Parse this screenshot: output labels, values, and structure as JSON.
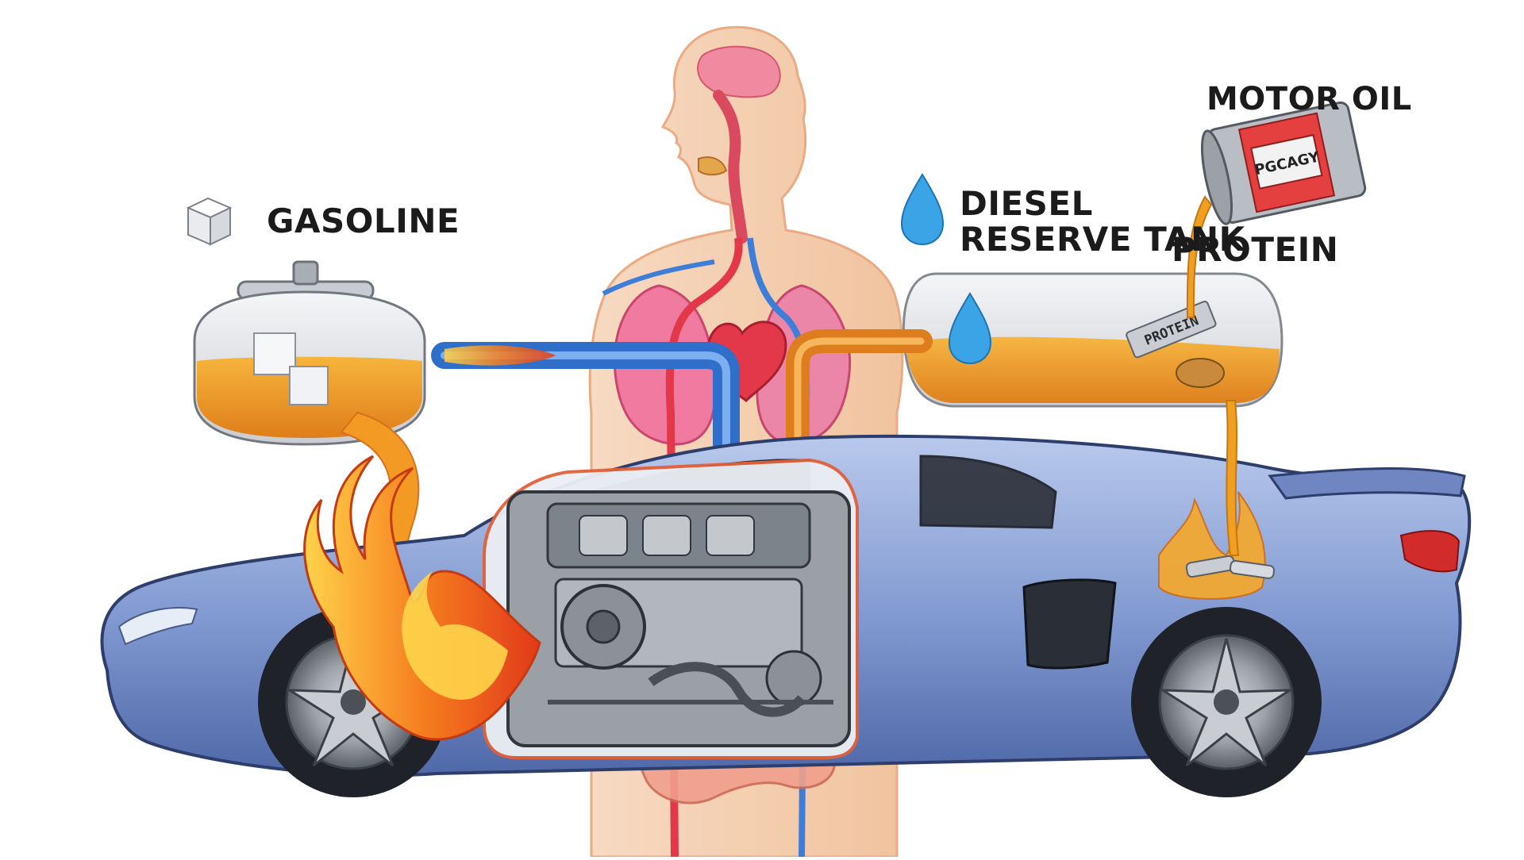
{
  "labels": {
    "gasoline": "GASOLINE",
    "diesel_line1": "DIESEL",
    "diesel_line2": "RESERVE TANK",
    "motor_oil": "MOTOR OIL",
    "protein": "PROTEIN",
    "protein_tag": "PROTEIN",
    "can_label": "PGCAGY"
  },
  "colors": {
    "car_body": "#7f98d0",
    "skin": "#f4c8a4",
    "artery": "#e2384a",
    "vein": "#3f7ed8",
    "fuel": "#f0961e",
    "flame": "#f36b1c",
    "metal": "#9aa0a6",
    "water_drop": "#3aa4e6"
  },
  "icons": [
    "sugar-cube-icon",
    "water-drop-icon",
    "oil-can-icon"
  ]
}
